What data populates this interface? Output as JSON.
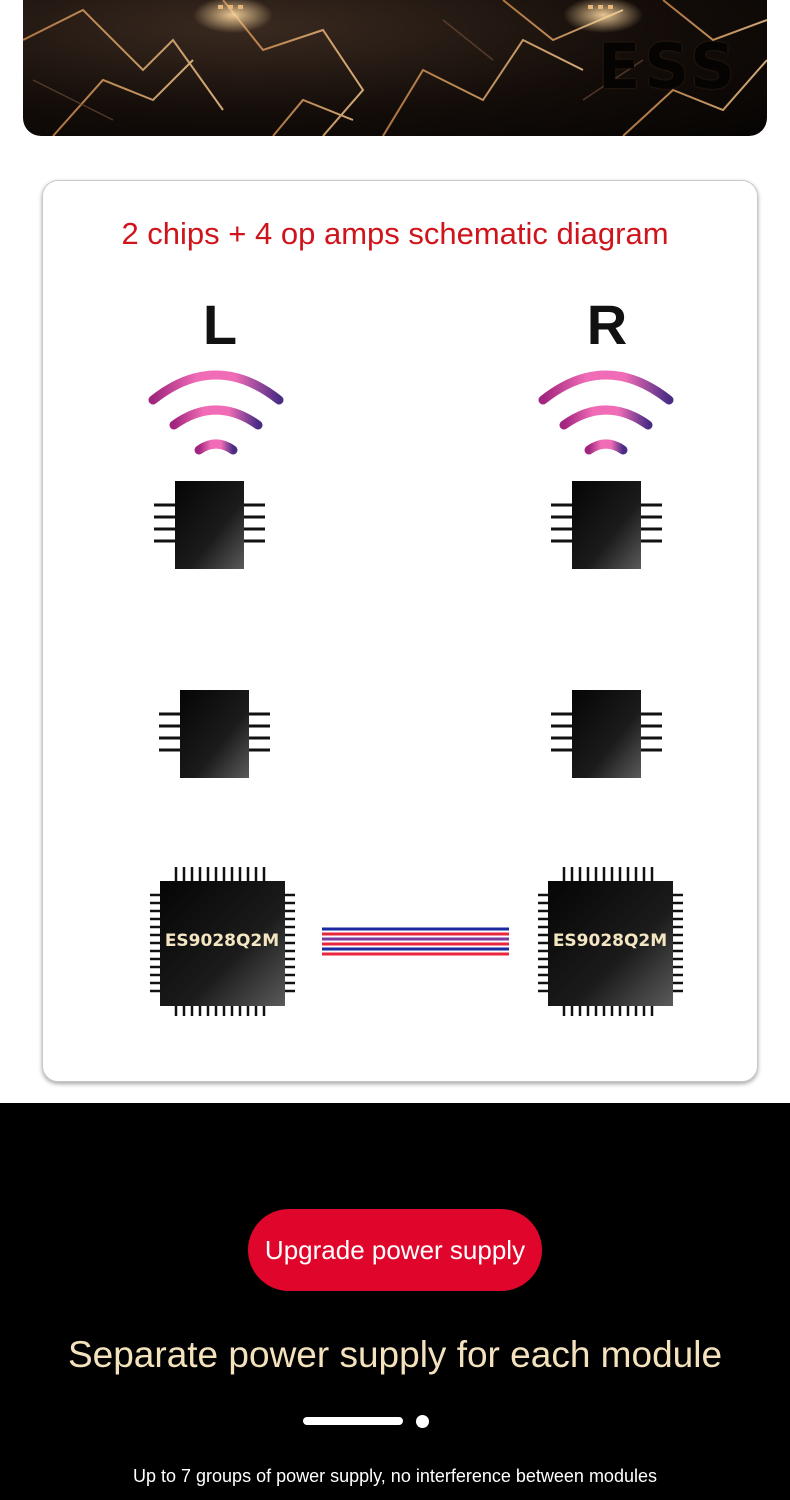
{
  "banner": {
    "logo_text": "ESS"
  },
  "schematic": {
    "title": "2 chips + 4 op amps schematic diagram",
    "left_channel": "L",
    "right_channel": "R",
    "dac_chip_left": "ES9028Q2M",
    "dac_chip_right": "ES9028Q2M"
  },
  "power": {
    "badge": "Upgrade power supply",
    "headline": "Separate power supply for each module",
    "description": "Up to 7 groups of power supply, no interference between modules"
  },
  "colors": {
    "title_red": "#d0141c",
    "badge_red": "#e0062b",
    "headline_gold": "#f4e2bd",
    "signal_red": "#e8263c",
    "signal_blue": "#1a2aa0",
    "wave_pink": "#f067b4",
    "wave_purple": "#5a2a8a"
  }
}
